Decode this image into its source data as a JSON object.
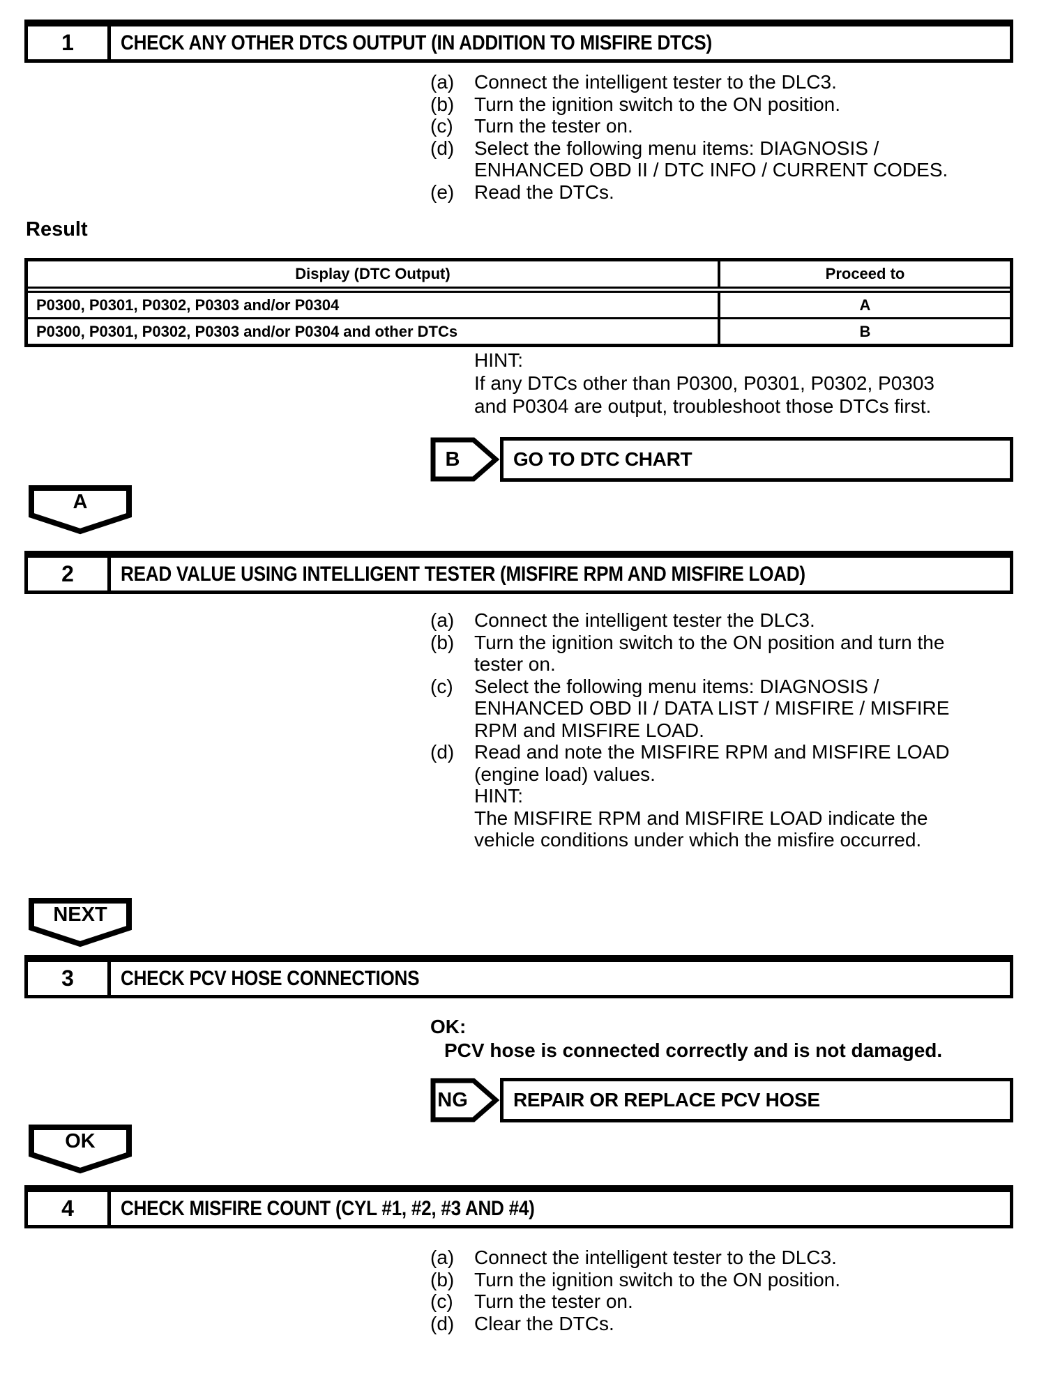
{
  "colors": {
    "ink": "#000000",
    "paper": "#ffffff"
  },
  "steps": [
    {
      "number": "1",
      "title": "CHECK ANY OTHER DTCS OUTPUT (IN ADDITION TO MISFIRE DTCS)",
      "items": [
        {
          "marker": "(a)",
          "lines": [
            "Connect the intelligent tester to the DLC3."
          ]
        },
        {
          "marker": "(b)",
          "lines": [
            "Turn the ignition switch to the ON position."
          ]
        },
        {
          "marker": "(c)",
          "lines": [
            "Turn the tester on."
          ]
        },
        {
          "marker": "(d)",
          "lines": [
            "Select the following menu items: DIAGNOSIS /",
            "ENHANCED OBD II / DTC INFO / CURRENT CODES."
          ]
        },
        {
          "marker": "(e)",
          "lines": [
            "Read the DTCs."
          ]
        }
      ]
    },
    {
      "number": "2",
      "title": "READ VALUE USING INTELLIGENT TESTER (MISFIRE RPM AND MISFIRE LOAD)",
      "items": [
        {
          "marker": "(a)",
          "lines": [
            "Connect the intelligent tester the DLC3."
          ]
        },
        {
          "marker": "(b)",
          "lines": [
            "Turn the ignition switch to the ON position and turn the",
            "tester on."
          ]
        },
        {
          "marker": "(c)",
          "lines": [
            "Select the following menu items: DIAGNOSIS /",
            "ENHANCED OBD II / DATA LIST / MISFIRE / MISFIRE",
            "RPM and MISFIRE LOAD."
          ]
        },
        {
          "marker": "(d)",
          "lines": [
            "Read and note the MISFIRE RPM and MISFIRE LOAD",
            "(engine load) values.",
            "HINT:",
            "The MISFIRE RPM and MISFIRE LOAD indicate the",
            "vehicle conditions under which the misfire occurred."
          ]
        }
      ]
    },
    {
      "number": "3",
      "title": "CHECK PCV HOSE CONNECTIONS",
      "items": []
    },
    {
      "number": "4",
      "title": "CHECK MISFIRE COUNT (CYL #1, #2, #3 AND #4)",
      "items": [
        {
          "marker": "(a)",
          "lines": [
            "Connect the intelligent tester to the DLC3."
          ]
        },
        {
          "marker": "(b)",
          "lines": [
            "Turn the ignition switch to the ON position."
          ]
        },
        {
          "marker": "(c)",
          "lines": [
            "Turn the tester on."
          ]
        },
        {
          "marker": "(d)",
          "lines": [
            "Clear the DTCs."
          ]
        }
      ]
    }
  ],
  "result": {
    "label": "Result",
    "table": {
      "headers": [
        "Display (DTC Output)",
        "Proceed to"
      ],
      "rows": [
        {
          "display": "P0300, P0301, P0302, P0303 and/or P0304",
          "proceed": "A"
        },
        {
          "display": "P0300, P0301, P0302, P0303 and/or P0304 and other DTCs",
          "proceed": "B"
        }
      ]
    }
  },
  "hint": {
    "label": "HINT:",
    "lines": [
      "If any DTCs other than P0300, P0301, P0302, P0303",
      "and P0304 are output, troubleshoot those DTCs first."
    ]
  },
  "callouts": {
    "b": {
      "label": "B",
      "action": "GO TO DTC CHART"
    },
    "ng": {
      "label": "NG",
      "action": "REPAIR OR REPLACE PCV HOSE"
    }
  },
  "connectors": {
    "a": "A",
    "next": "NEXT",
    "ok": "OK"
  },
  "ok_condition": {
    "label": "OK:",
    "text": "PCV hose is connected correctly and is not damaged."
  }
}
